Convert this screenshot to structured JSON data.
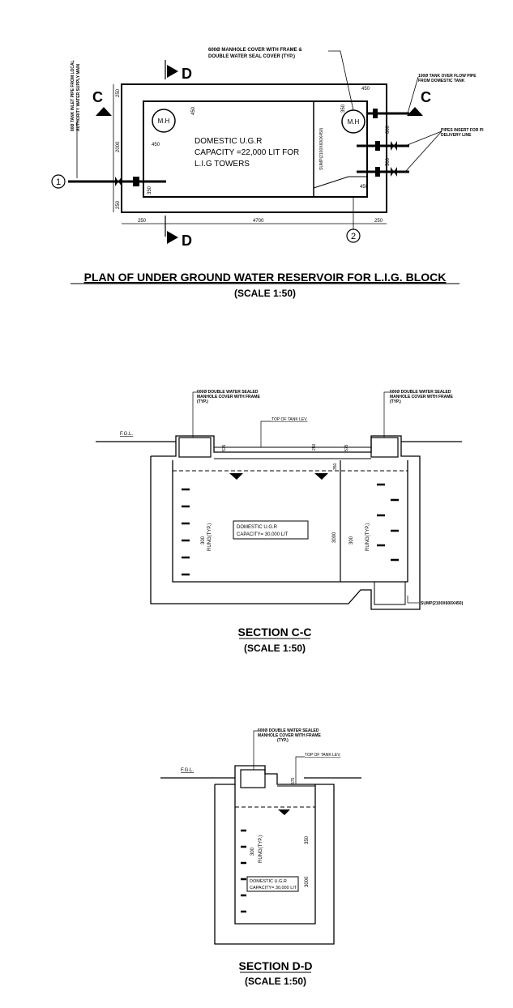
{
  "plan": {
    "title": "PLAN OF UNDER GROUND WATER RESERVOIR FOR L.I.G. BLOCK",
    "scale": "(SCALE 1:50)",
    "manhole_label": "M.H",
    "manhole_note_1": "600Ø MANHOLE COVER WITH FRAME &",
    "manhole_note_2": "DOUBLE WATER SEAL COVER (TYP.)",
    "inlet_note_1": "80Ø TANK INLET PIPE FROM LOCAL",
    "inlet_note_2": "AUTHORITY WATER SUPPLY MAIN",
    "overflow_note_1": "100Ø TANK OVER FLOW PIPE",
    "overflow_note_2": "FROM DOMESTIC TANK",
    "pipes_note_1": "PIPES INSERT FOR PI",
    "pipes_note_2": "DELIVERY LINE",
    "tank_line_1": "DOMESTIC U.G.R",
    "tank_line_2": "CAPACITY =22,000 LIT FOR",
    "tank_line_3": "L.I.G TOWERS",
    "sump_label": "SUMP(2100X600X450)",
    "section_c": "C",
    "section_d": "D",
    "marker_1": "1",
    "marker_2": "2",
    "dims": {
      "d250a": "250",
      "d2000": "2000",
      "d250b": "250",
      "d450a": "450",
      "d450b": "450",
      "d450c": "450",
      "d450d": "450",
      "d350a": "350",
      "d350b": "350",
      "d600": "600",
      "d500": "500",
      "d4700": "4700",
      "d250c": "250",
      "d250d": "250"
    }
  },
  "section_cc": {
    "title": "SECTION C-C",
    "scale": "(SCALE 1:50)",
    "fgl": "F.G.L.",
    "top_of_tank": "TOP OF TANK LEV.",
    "cover_left_1": "600Ø DOUBLE WATER SEALED",
    "cover_left_2": "MANHOLE COVER WITH FRAME",
    "cover_left_3": "(TYP.)",
    "cover_right_1": "600Ø DOUBLE WATER SEALED",
    "cover_right_2": "MANHOLE COVER WITH FRAME",
    "cover_right_3": "(TYP.)",
    "box_line_1": "DOMESTIC U.G.R",
    "box_line_2": "CAPACITY= 30,000 LIT",
    "rungs_left": "RUNG(TYP.)",
    "rungs_right": "RUNG(TYP.)",
    "d300a": "300",
    "d300b": "300",
    "d3000": "3000",
    "d575a": "575",
    "d575b": "575",
    "d250": "250",
    "d350": "350",
    "sump": "SUMP(2100X600X450)"
  },
  "section_dd": {
    "title": "SECTION D-D",
    "scale": "(SCALE 1:50)",
    "fgl": "F.G.L.",
    "top_of_tank": "TOP OF TANK LEV.",
    "cover_1": "600Ø DOUBLE WATER SEALED",
    "cover_2": "MANHOLE COVER WITH FRAME",
    "cover_3": "(TYP.)",
    "box_line_1": "DOMESTIC U.G.R",
    "box_line_2": "CAPACITY= 30,000 LIT",
    "rungs": "RUNG(TYP.)",
    "d300": "300",
    "d3000": "3000",
    "d575": "575",
    "d350": "350"
  }
}
